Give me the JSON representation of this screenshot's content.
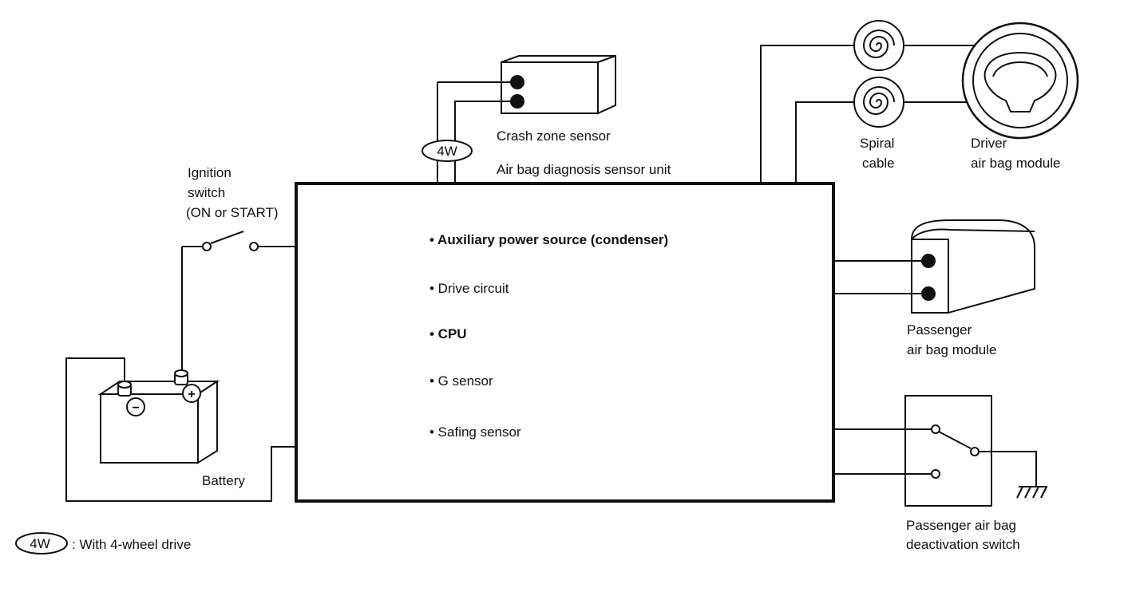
{
  "labels": {
    "crash_zone_sensor": "Crash zone sensor",
    "diagnosis_unit": "Air bag diagnosis sensor unit",
    "ignition_1": "Ignition",
    "ignition_2": "switch",
    "ignition_3": "(ON or START)",
    "battery": "Battery",
    "spiral_1": "Spiral",
    "spiral_2": "cable",
    "driver_1": "Driver",
    "driver_2": "air bag module",
    "passenger_1": "Passenger",
    "passenger_2": "air bag module",
    "deact_1": "Passenger air bag",
    "deact_2": "deactivation switch",
    "badge_4w": "4W",
    "legend_badge": "4W",
    "legend_text": ": With 4-wheel drive",
    "battery_minus": "−",
    "battery_plus": "+"
  },
  "unit_items": [
    "• Auxiliary power source (condenser)",
    "• Drive circuit",
    "• CPU",
    "• G sensor",
    "• Safing sensor"
  ],
  "colors": {
    "line": "#111111",
    "background": "#ffffff"
  }
}
